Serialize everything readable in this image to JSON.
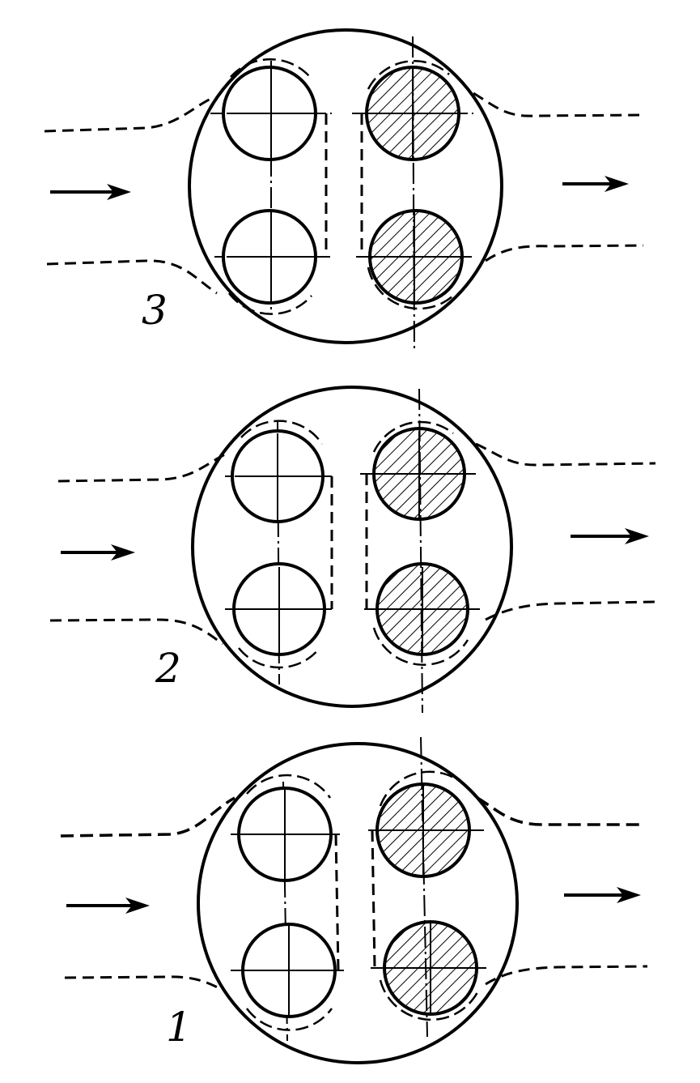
{
  "diagrams": [
    {
      "label": "3"
    },
    {
      "label": "2"
    },
    {
      "label": "1"
    }
  ],
  "style": {
    "ink": "#000000",
    "background": "#ffffff"
  }
}
